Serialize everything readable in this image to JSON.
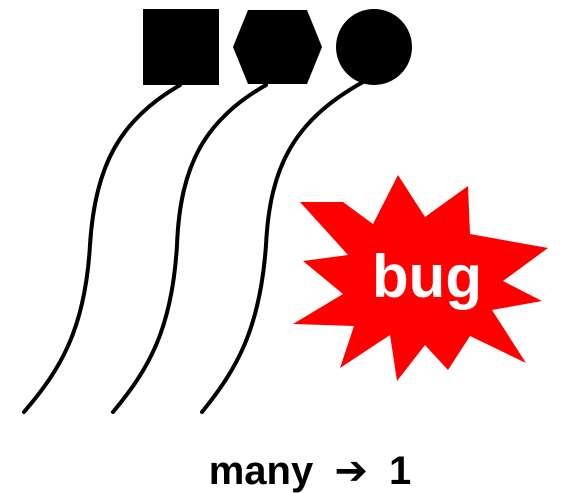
{
  "diagram": {
    "symbols": [
      {
        "shape": "square",
        "icon": "square-icon",
        "color": "#000000"
      },
      {
        "shape": "hexagon",
        "icon": "hexagon-icon",
        "color": "#000000"
      },
      {
        "shape": "circle",
        "icon": "circle-icon",
        "color": "#000000"
      }
    ],
    "bug": {
      "label": "bug",
      "fill_color": "#ff0000",
      "text_color": "#ffffff",
      "icon": "starburst-icon"
    },
    "caption": {
      "left": "many",
      "arrow": "➔",
      "right": "1"
    }
  }
}
